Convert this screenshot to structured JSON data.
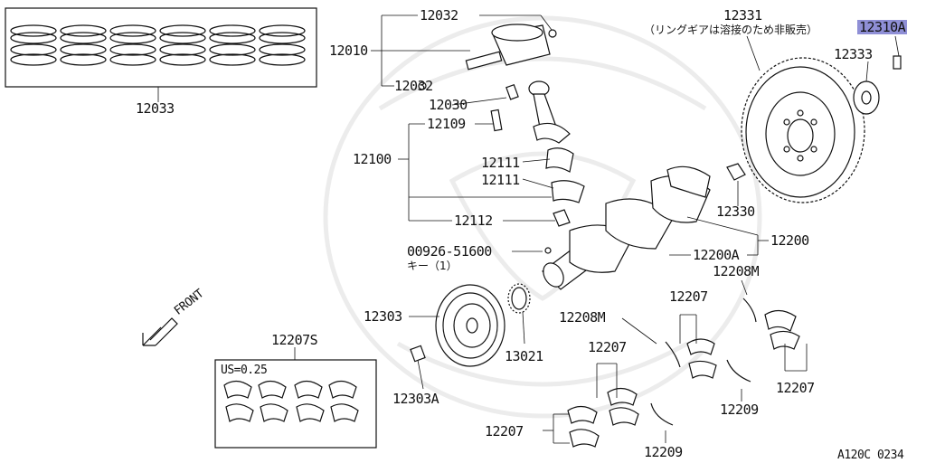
{
  "labels": {
    "p12033": "12033",
    "p12032_top": "12032",
    "p12010": "12010",
    "p12032_bottom": "12032",
    "p12030": "12030",
    "p12109": "12109",
    "p12100": "12100",
    "p12111_a": "12111",
    "p12111_b": "12111",
    "p12112": "12112",
    "p00926": "00926-51600",
    "key_note": "キー（1）",
    "p12331": "12331",
    "ring_gear_note": "（リングギアは溶接のため非販売）",
    "p12310a": "12310A",
    "p12333": "12333",
    "p12330": "12330",
    "p12200": "12200",
    "p12200a": "12200A",
    "p12208m_right": "12208M",
    "p12207_mid": "12207",
    "p12208m_left": "12208M",
    "p12207_lower": "12207",
    "p12207_right": "12207",
    "p12209_right": "12209",
    "p12207_bottom": "12207",
    "p12209_bottom": "12209",
    "p12303": "12303",
    "p13021": "13021",
    "p12303a": "12303A",
    "p12207s": "12207S",
    "us_note": "US=0.25",
    "front": "FRONT",
    "code": "A120C 0234"
  },
  "colors": {
    "highlight": "#8f8fd6",
    "ink": "#111111",
    "watermark": "#ececec"
  }
}
